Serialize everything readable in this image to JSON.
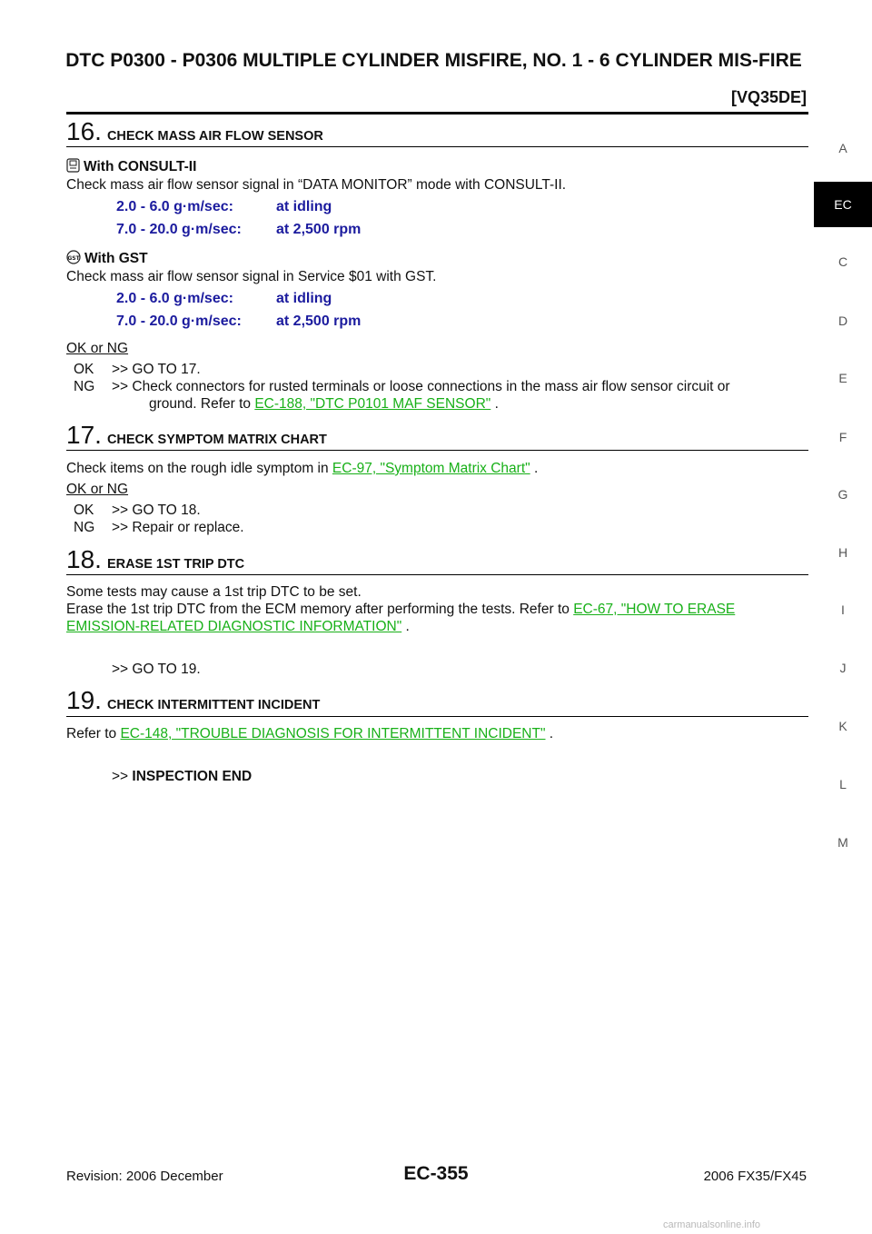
{
  "header": {
    "title": "DTC P0300 - P0306 MULTIPLE CYLINDER MISFIRE, NO. 1 - 6 CYLINDER MIS-FIRE",
    "engine": "[VQ35DE]"
  },
  "tabs": [
    "A",
    "EC",
    "C",
    "D",
    "E",
    "F",
    "G",
    "H",
    "I",
    "J",
    "K",
    "L",
    "M"
  ],
  "active_tab": "EC",
  "step16": {
    "number": "16.",
    "heading": "CHECK MASS AIR FLOW SENSOR",
    "with_consult": "With CONSULT-II",
    "consult_text": "Check mass air flow sensor signal in “DATA MONITOR” mode with CONSULT-II.",
    "consult_specs": [
      {
        "value": "2.0 - 6.0 g·m/sec:",
        "condition": "at idling"
      },
      {
        "value": "7.0 - 20.0 g·m/sec:",
        "condition": "at 2,500 rpm"
      }
    ],
    "with_gst": "With GST",
    "gst_text": "Check mass air flow sensor signal in Service $01 with GST.",
    "gst_specs": [
      {
        "value": "2.0 - 6.0 g·m/sec:",
        "condition": "at idling"
      },
      {
        "value": "7.0 - 20.0 g·m/sec:",
        "condition": "at 2,500 rpm"
      }
    ],
    "ok_or_ng": "OK or NG",
    "ok_key": "OK",
    "ok_text": ">> GO TO 17.",
    "ng_key": "NG",
    "ng_text": ">> Check connectors for rusted terminals or loose connections in the mass air flow sensor circuit or",
    "ng_text2": "ground. Refer to",
    "ng_link": "EC-188, \"DTC P0101 MAF SENSOR\"",
    "ng_tail": "."
  },
  "step17": {
    "number": "17.",
    "heading": "CHECK SYMPTOM MATRIX CHART",
    "text": "Check items on the rough idle symptom in",
    "link": "EC-97, \"Symptom Matrix Chart\"",
    "tail": ".",
    "ok_or_ng": "OK or NG",
    "ok_key": "OK",
    "ok_text": ">> GO TO 18.",
    "ng_key": "NG",
    "ng_text": ">> Repair or replace."
  },
  "step18": {
    "number": "18.",
    "heading": "ERASE 1ST TRIP DTC",
    "text1": "Some tests may cause a 1st trip DTC to be set.",
    "text2": "Erase the 1st trip DTC from the ECM memory after performing the tests. Refer to",
    "link_a": "EC-67, \"HOW TO ERASE",
    "link_b": "EMISSION-RELATED DIAGNOSTIC INFORMATION\"",
    "tail": ".",
    "goto": ">> GO TO 19."
  },
  "step19": {
    "number": "19.",
    "heading": "CHECK INTERMITTENT INCIDENT",
    "text": "Refer to",
    "link": "EC-148, \"TROUBLE DIAGNOSIS FOR INTERMITTENT INCIDENT\"",
    "tail": ".",
    "end_prefix": ">>",
    "end": "INSPECTION END"
  },
  "footer": {
    "revision": "Revision: 2006 December",
    "page": "EC-355",
    "model": "2006 FX35/FX45"
  },
  "watermark": "carmanualsonline.info"
}
